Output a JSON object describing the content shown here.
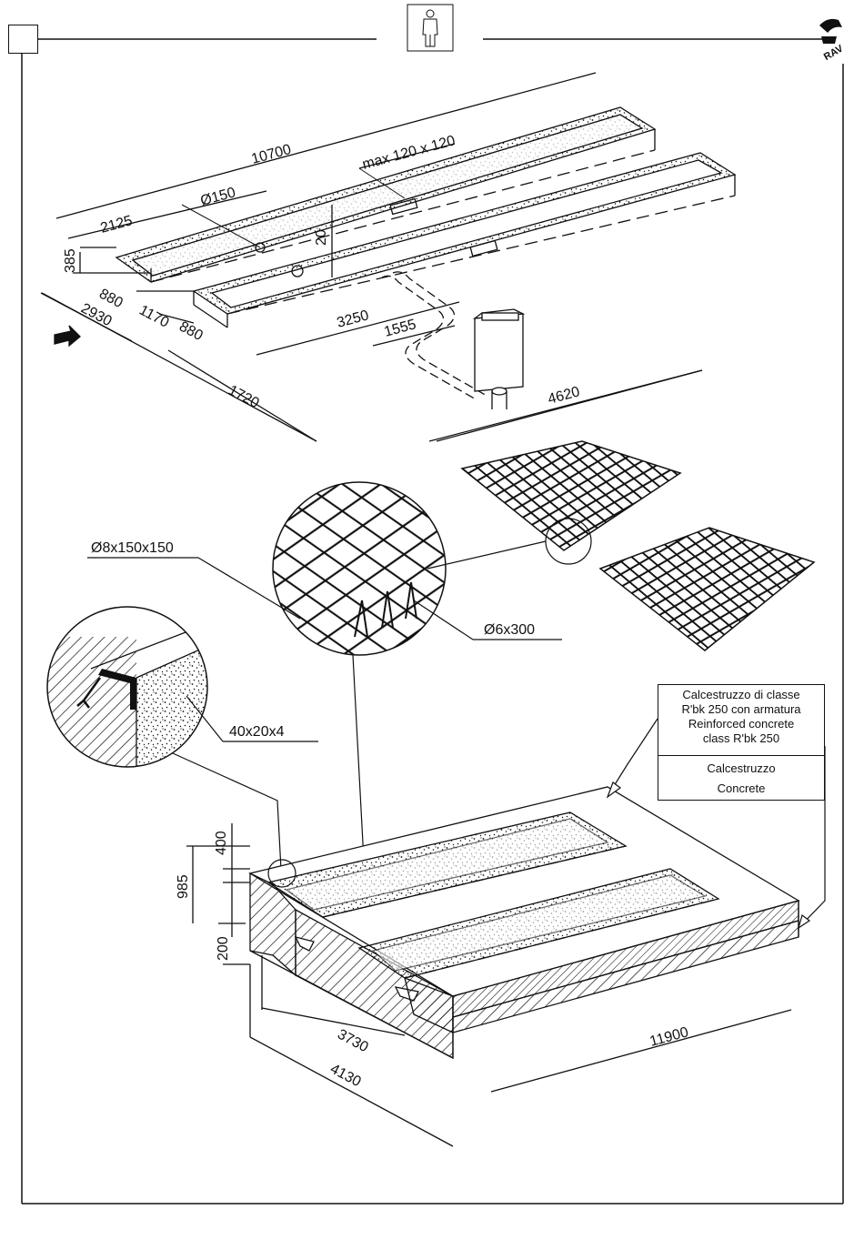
{
  "dimensions": {
    "d10700": "10700",
    "dmax": "max 120 x 120",
    "d2125": "2125",
    "dphi150": "Ø150",
    "d20": "20",
    "d385": "385",
    "d880a": "880",
    "d2930": "2930",
    "d1170": "1170",
    "d880b": "880",
    "d3250": "3250",
    "d1555": "1555",
    "d1720": "1720",
    "d4620": "4620",
    "d400": "400",
    "d985": "985",
    "d200": "200",
    "d3730": "3730",
    "d4130": "4130",
    "d11900": "11900"
  },
  "callouts": {
    "mesh": "Ø8x150x150",
    "bars": "Ø6x300",
    "angle": "40x20x4"
  },
  "legend": {
    "reinforced": [
      "Calcestruzzo di classe",
      "R'bk 250 con armatura",
      "Reinforced concrete",
      "class R'bk 250"
    ],
    "plain": [
      "Calcestruzzo",
      "Concrete"
    ]
  },
  "icons": {
    "header": "person-icon",
    "logo": "brand-logo",
    "direction": "arrow-icon"
  }
}
